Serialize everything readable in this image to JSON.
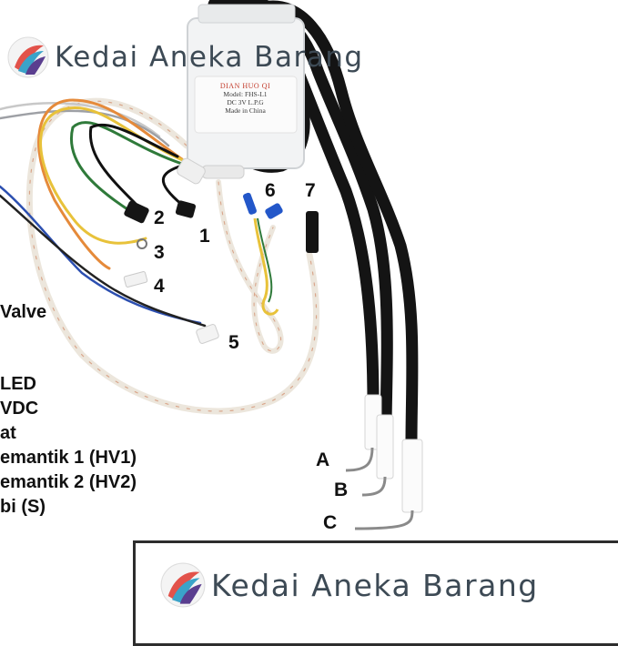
{
  "watermark": {
    "top_text": "Kedai Aneka Barang",
    "bottom_text": "Kedai Aneka Barang",
    "logo_icon": "kab-logo-icon"
  },
  "device_label": {
    "brand": "DIAN HUO QI",
    "model": "Model: FHS-L1",
    "spec": "DC 3V L.P.G",
    "origin": "Made in China"
  },
  "connector_numbers": [
    "1",
    "2",
    "3",
    "4",
    "5",
    "6",
    "7"
  ],
  "electrode_letters": [
    "A",
    "B",
    "C"
  ],
  "legend_lines": [
    "Valve",
    "LED",
    "VDC",
    "at",
    "emantik 1 (HV1)",
    "emantik 2 (HV2)",
    "bi (S)"
  ],
  "colors": {
    "module": "#f2f3f4",
    "cable_black": "#141414",
    "wire_yellow": "#e8c23a",
    "wire_orange": "#e58a3a",
    "wire_green": "#2f7a3a",
    "wire_blue": "#2c4fb0",
    "wire_white": "#f4efe8",
    "tube_red_thread": "#d98c6a",
    "brand_text": "#3d4a55"
  }
}
